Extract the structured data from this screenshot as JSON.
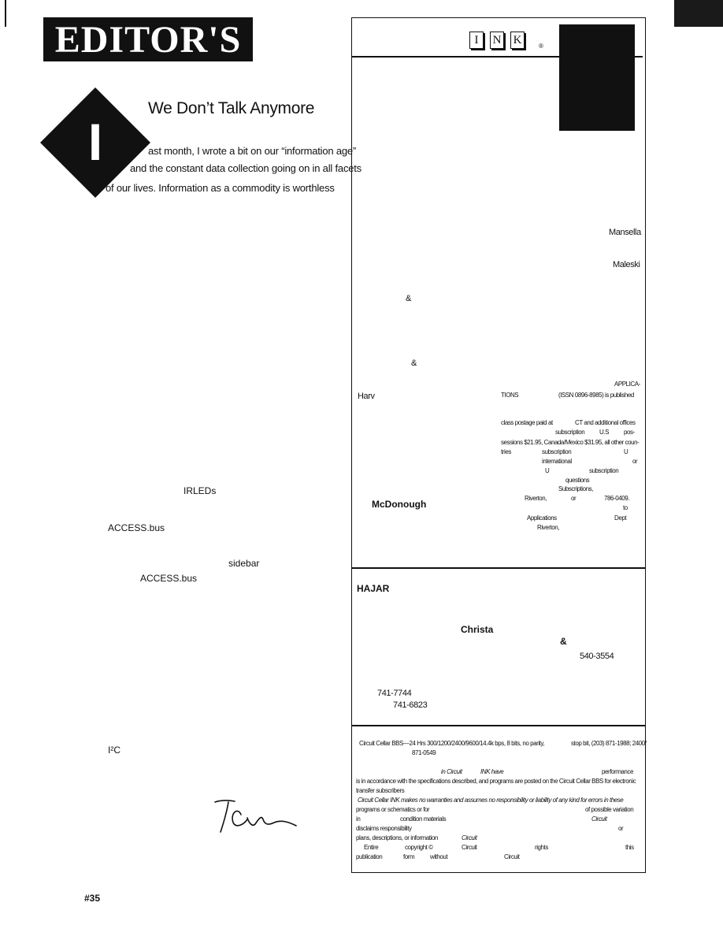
{
  "banner": {
    "title": "EDITOR'S"
  },
  "article": {
    "drop_cap": "I",
    "title": "We Don’t Talk Anymore",
    "line1": "ast month, I wrote a bit on our “information age”",
    "line2": "and the constant data collection going on in all facets",
    "line3": "of our lives. Information as a commodity is worthless",
    "frag_irleds": "IRLEDs",
    "frag_access1": "ACCESS.bus",
    "frag_sidebar": "sidebar",
    "frag_access2": "ACCESS.bus",
    "frag_i2c": "I²C",
    "page_number": "#35"
  },
  "masthead": {
    "logo_letters": [
      "I",
      "N",
      "K"
    ],
    "registered": "®",
    "mansella": "Mansella",
    "maleski": "Maleski",
    "amp1": "&",
    "amp2": "&",
    "applica": "APPLICA-",
    "harv": "Harv",
    "tions": "TIONS",
    "issn": "(ISSN 0896-8985) is published",
    "class_postage": "class postage paid at",
    "ct_offices": "CT and additional offices",
    "subscription_us": "subscription",
    "us": "U.S",
    "pos": "pos-",
    "sessions": "sessions $21.95, Canada/Mexico $31.95, all other coun-",
    "tries": "tries",
    "subscription2": "subscription",
    "u1": "U",
    "international": "international",
    "or1": "or",
    "u2": "U",
    "subscription3": "subscription",
    "questions": "questions",
    "subscriptions": "Subscriptions,",
    "riverton1": "Riverton,",
    "or2": "or",
    "phone_786": "786-0409.",
    "to": "to",
    "mcdonough": "McDonough",
    "applications": "Applications",
    "dept": "Dept",
    "riverton2": "Riverton,",
    "hajar": "HAJAR",
    "christa": "Christa",
    "amp3": "&",
    "phone_540": "540-3554",
    "phone_741a": "741-7744",
    "phone_741b": "741-6823",
    "bbs_line1": "Circuit Cellar BBS—24 Hrs 300/1200/2400/9600/14.4k bps, 8 bits, no parity,",
    "bbs_stopbit": "stop bit, (203) 871-1988; 2400/",
    "bbs_line2": "871-0549",
    "disc_a": "in Circuit",
    "disc_ink": "INK have",
    "disc_perf": "performance",
    "disc_b": "is in accordance with the specifications described, and programs are posted on the Circuit Cellar BBS for electronic",
    "disc_c": "transfer    subscribers",
    "disc_d": "Circuit Cellar INK makes no warranties and assumes no responsibility or liability of any kind for errors in these",
    "disc_e": "programs or schematics or for",
    "disc_e2": "of possible variation",
    "disc_f1": "in",
    "disc_f2": "condition    materials",
    "disc_f3": "Circuit",
    "disc_g1": "disclaims    responsibility",
    "disc_g2": "Circuit",
    "disc_g3": "or",
    "disc_h": "plans, descriptions, or information",
    "disc_i1": "Entire",
    "disc_i2": "copyright ©",
    "disc_i3": "Circuit",
    "disc_i4": "rights",
    "disc_i5": "this",
    "disc_j1": "publication",
    "disc_j2": "form",
    "disc_j3": "without",
    "disc_j4": "Circuit"
  }
}
